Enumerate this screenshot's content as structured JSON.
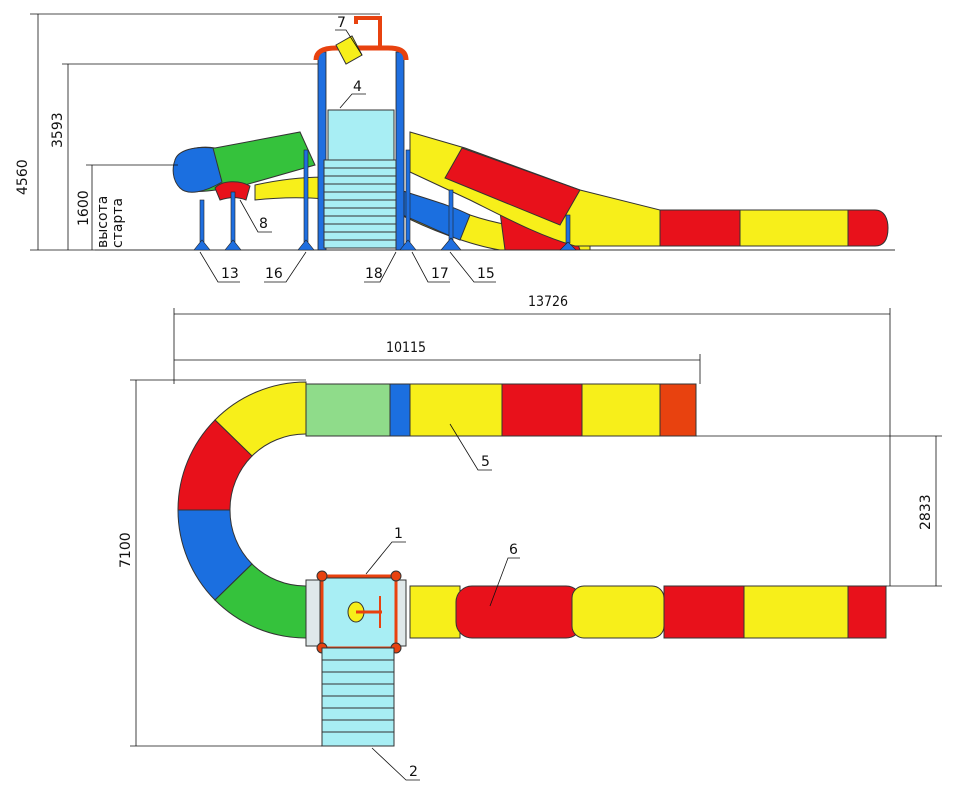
{
  "dimensions": {
    "total_height": "4560",
    "platform_height": "3593",
    "start_height": "1600",
    "start_height_caption_1": "высота",
    "start_height_caption_2": "старта",
    "total_length": "13726",
    "upper_length": "10115",
    "plan_width": "7100",
    "gap_width": "2833"
  },
  "callouts": {
    "n1": "1",
    "n2": "2",
    "n4": "4",
    "n5": "5",
    "n6": "6",
    "n7": "7",
    "n8": "8",
    "n13": "13",
    "n15": "15",
    "n16": "16",
    "n17": "17",
    "n18": "18"
  },
  "colors": {
    "red": "#e8111b",
    "yellow": "#f7ef1a",
    "green": "#35c23c",
    "blue": "#1b6fe0",
    "cyan": "#a8eef4",
    "frame_blue": "#1f6fe0",
    "orange": "#e8420f",
    "pale_green": "#8fdc8a"
  }
}
